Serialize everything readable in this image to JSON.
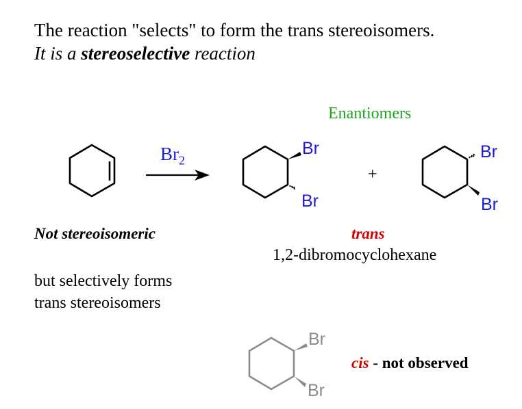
{
  "header": {
    "line1": "The reaction \"selects\" to form the trans stereoisomers.",
    "line2_prefix": "It is a ",
    "line2_bold": "stereoselective",
    "line2_suffix": " reaction"
  },
  "enantiomers_label": "Enantiomers",
  "reagent": {
    "symbol": "Br",
    "subscript": "2"
  },
  "plus_sign": "+",
  "product1": {
    "top_atom": "Br",
    "bottom_atom": "Br"
  },
  "product2": {
    "top_atom": "Br",
    "bottom_atom": "Br"
  },
  "cis_product": {
    "top_atom": "Br",
    "bottom_atom": "Br"
  },
  "labels": {
    "not_stereoisomeric": "Not stereoisomeric",
    "trans": "trans",
    "compound_name": "1,2-dibromocyclohexane",
    "selectively_line1": "but selectively forms",
    "selectively_line2": "trans stereoisomers",
    "cis_word": "cis",
    "cis_rest": " - not observed"
  },
  "colors": {
    "enantiomers": "#1fa31f",
    "trans": "#d40000",
    "cis": "#d40000",
    "bromine": "#1c1cd8",
    "cis_structure": "#8c8c8c"
  }
}
